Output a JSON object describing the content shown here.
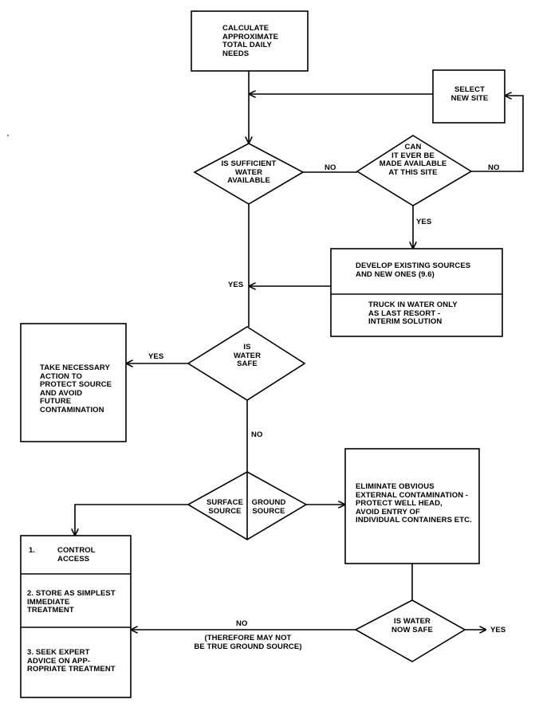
{
  "nodes": {
    "calc": "CALCULATE\nAPPROXIMATE\nTOTAL DAILY\nNEEDS",
    "select_site": "SELECT\nNEW SITE",
    "sufficient": "IS SUFFICIENT\nWATER\nAVAILABLE",
    "can_ever": "CAN\nIT EVER BE\nMADE AVAILABLE\nAT THIS SITE",
    "develop": "DEVELOP EXISTING SOURCES\nAND NEW ONES (9.6)",
    "truck": "TRUCK IN WATER ONLY\nAS LAST RESORT -\nINTERIM SOLUTION",
    "is_safe": "IS\nWATER\nSAFE",
    "take_action": "TAKE NECESSARY\nACTION TO\nPROTECT SOURCE\nAND AVOID\nFUTURE\nCONTAMINATION",
    "surface": "SURFACE\nSOURCE",
    "ground": "GROUND\nSOURCE",
    "eliminate": "ELIMINATE OBVIOUS\nEXTERNAL CONTAMINATION -\nPROTECT WELL HEAD,\nAVOID ENTRY OF\nINDIVIDUAL CONTAINERS ETC.",
    "control_num": "1.",
    "control": "CONTROL\nACCESS",
    "store": "2.  STORE AS SIMPLEST\n     IMMEDIATE\n     TREATMENT",
    "seek": "3. SEEK EXPERT\n    ADVICE ON APP-\n    ROPRIATE TREATMENT",
    "now_safe": "IS WATER\nNOW SAFE"
  },
  "labels": {
    "no_sufficient": "NO",
    "no_can": "NO",
    "yes_can": "YES",
    "yes_develop": "YES",
    "yes_safe": "YES",
    "no_safe": "NO",
    "no_now": "NO",
    "no_now_note": "(THEREFORE MAY NOT\nBE TRUE GROUND SOURCE)",
    "yes_now": "YES"
  }
}
